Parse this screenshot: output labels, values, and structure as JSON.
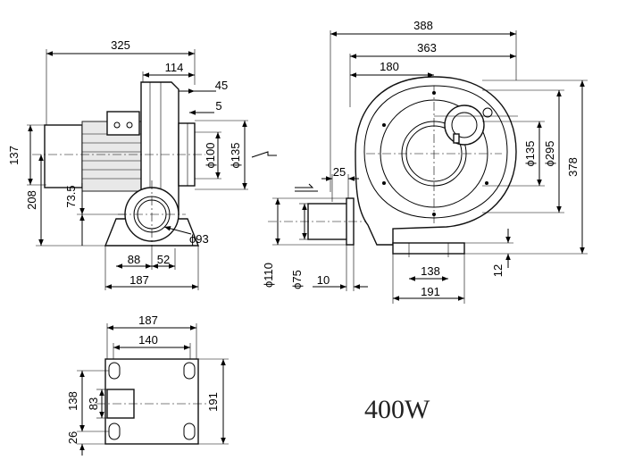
{
  "side_view": {
    "dims": {
      "total_length": "325",
      "length_114": "114",
      "length_45": "45",
      "length_5": "5",
      "height_137": "137",
      "height_208": "208",
      "height_73_5": "73.5",
      "dia_100": "ϕ100",
      "dia_135": "ϕ135",
      "dia_93": "ϕ93",
      "base_88": "88",
      "base_52": "52",
      "base_187": "187"
    }
  },
  "front_view": {
    "dims": {
      "width_388": "388",
      "width_363": "363",
      "width_180": "180",
      "outlet_25": "25",
      "dia_135": "ϕ135",
      "dia_295": "ϕ295",
      "height_378": "378",
      "dia_110": "ϕ110",
      "dia_75": "ϕ75",
      "flange_10": "10",
      "base_138": "138",
      "base_191": "191",
      "base_12": "12"
    }
  },
  "base_view": {
    "dims": {
      "width_187": "187",
      "width_140": "140",
      "height_138": "138",
      "height_83": "83",
      "height_26": "26",
      "height_191": "191"
    }
  },
  "power_label": "400W"
}
